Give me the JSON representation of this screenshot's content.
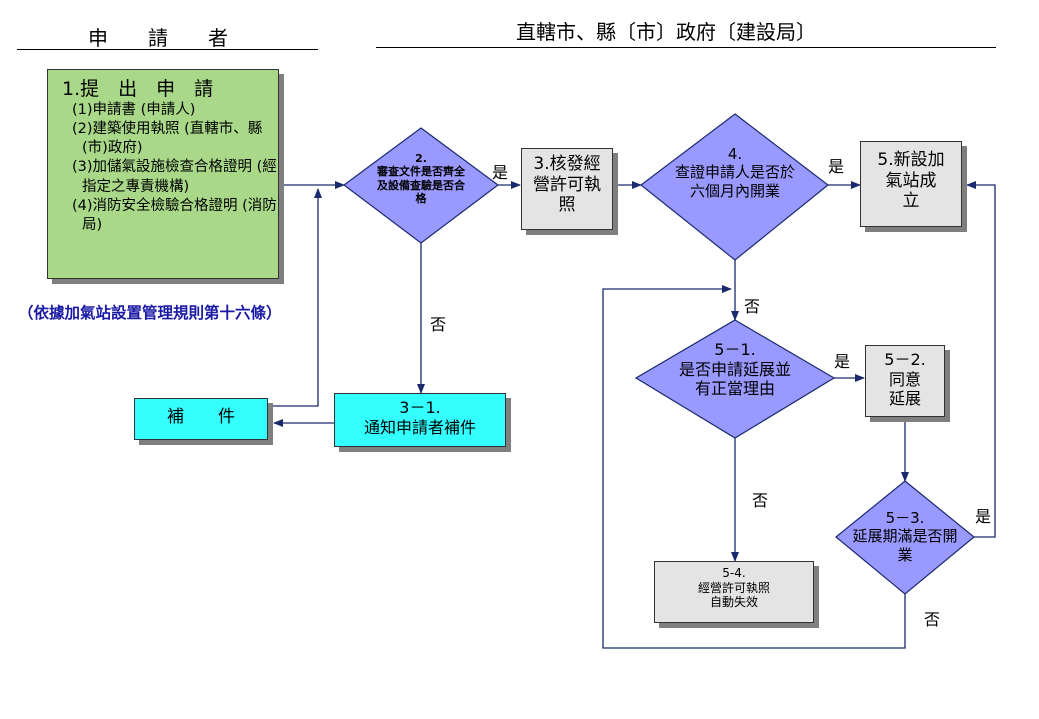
{
  "header": {
    "applicant": "申　　請　　者",
    "government": "直轄市、縣〔市〕政府〔建設局〕"
  },
  "step1": {
    "title": "1.提　出　申　請",
    "items": [
      "(1)申請書 (申請人)",
      "(2)建築使用執照 (直轄市、縣(市)政府)",
      "(3)加儲氣設施檢查合格證明 (經指定之專責機構)",
      "(4)消防安全檢驗合格證明 (消防局)"
    ]
  },
  "basis_note": "（依據加氣站設置管理規則第十六條）",
  "step2": {
    "num": "2.",
    "text": "審查文件是否齊全及設備查驗是否合格"
  },
  "step3": {
    "text": "3.核發經營許可執照"
  },
  "step3_1": {
    "num": "3－1.",
    "text": "通知申請者補件"
  },
  "supplement": {
    "text": "補　　件"
  },
  "step4": {
    "num": "4.",
    "text": "查證申請人是否於六個月內開業"
  },
  "step5": {
    "text": "5.新設加氣站成　立"
  },
  "step5_1": {
    "num": "5－1.",
    "text": "是否申請延展並有正當理由"
  },
  "step5_2": {
    "num": "5－2.",
    "text": "同意延展"
  },
  "step5_3": {
    "num": "5－3.",
    "text": "延展期滿是否開業"
  },
  "step5_4": {
    "num": "5-4.",
    "text": "經營許可執照自動失效"
  },
  "labels": {
    "yes": "是",
    "no": "否"
  },
  "colors": {
    "green_box": "#a8d888",
    "gray_box": "#e4e4e4",
    "cyan_box": "#33ffff",
    "diamond": "#9999ff",
    "arrow": "#1a2a6c",
    "note_text": "#1a1aa6"
  }
}
